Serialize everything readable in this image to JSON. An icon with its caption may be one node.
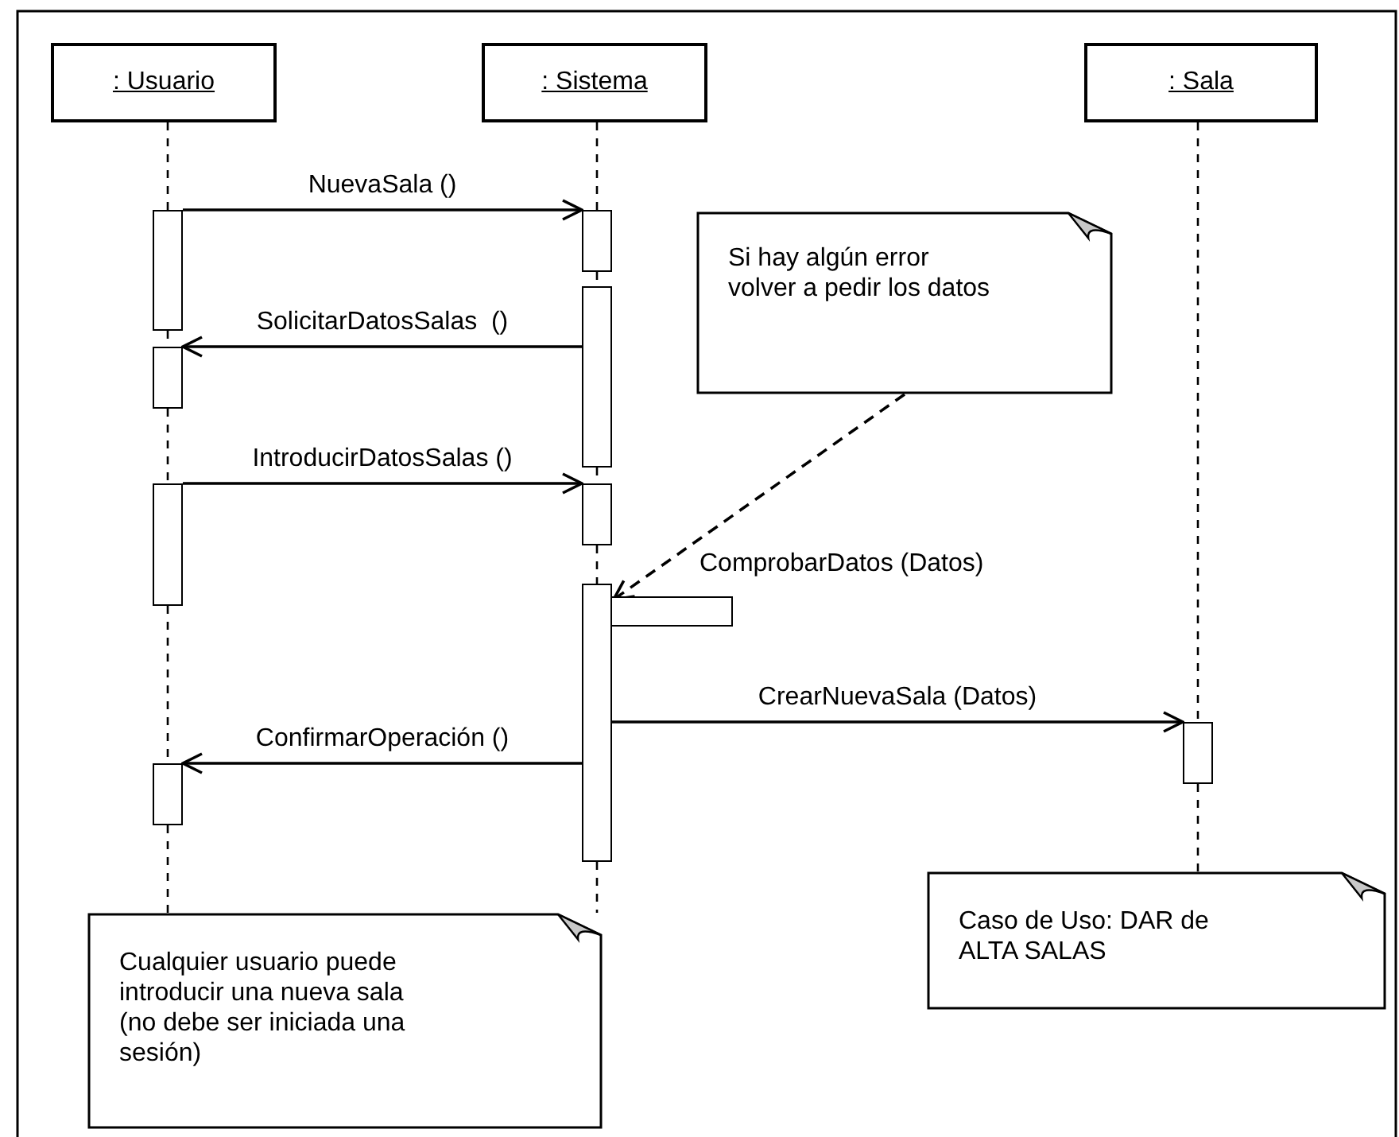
{
  "diagram": {
    "nodes": [
      {
        "text": [
          ": Usuario"
        ]
      },
      {
        "text": [
          ": Sistema"
        ]
      },
      {
        "text": [
          ": Sala"
        ]
      },
      {
        "text": [
          "Si hay algún error volver a pedir los datos"
        ]
      },
      {
        "text": [],
        "shape": "bar"
      },
      {
        "text": [],
        "shape": "bar"
      },
      {
        "text": [],
        "shape": "bar"
      },
      {
        "text": [],
        "shape": "bar"
      },
      {
        "text": [],
        "shape": "bar"
      },
      {
        "text": [],
        "shape": "bar"
      },
      {
        "text": [],
        "shape": "bar"
      },
      {
        "text": [],
        "shape": "bar",
        "beside": [
          "ComprobarDatos (Datos)"
        ]
      },
      {
        "text": [],
        "shape": "bar"
      },
      {
        "text": [],
        "shape": "bar"
      },
      {
        "text": [
          "Caso de Uso: DAR de ALTA SALAS"
        ]
      },
      {
        "text": [
          "Cualquier usuario puede introducir una nueva sala (no debe ser iniciada una sesión)"
        ]
      }
    ],
    "edges": [
      {
        "from": 4,
        "to": 5,
        "arrow": "to",
        "label": "NuevaSala ()"
      },
      {
        "from": 6,
        "to": 7,
        "arrow": "to",
        "label": "SolicitarDatosSalas  ()"
      },
      {
        "from": 8,
        "to": 9,
        "arrow": "to",
        "label": "IntroducirDatosSalas ()"
      },
      {
        "from": 3,
        "to": 11,
        "arrow": "to",
        "style": "dashed"
      },
      {
        "from": 10,
        "to": 12,
        "arrow": "to",
        "label": "CrearNuevaSala (Datos)"
      },
      {
        "from": 10,
        "to": 13,
        "arrow": "to",
        "label": "ConfirmarOperación ()"
      },
      {
        "from": 0,
        "to": 4,
        "arrow": "none",
        "style": "dashed"
      },
      {
        "from": 4,
        "to": 7,
        "arrow": "none",
        "style": "dashed"
      },
      {
        "from": 7,
        "to": 8,
        "arrow": "none",
        "style": "dashed"
      },
      {
        "from": 8,
        "to": 13,
        "arrow": "none",
        "style": "dashed"
      },
      {
        "from": 13,
        "to": 15,
        "arrow": "none",
        "style": "dashed"
      },
      {
        "from": 1,
        "to": 5,
        "arrow": "none",
        "style": "dashed"
      },
      {
        "from": 5,
        "to": 6,
        "arrow": "none",
        "style": "dashed"
      },
      {
        "from": 6,
        "to": 9,
        "arrow": "none",
        "style": "dashed"
      },
      {
        "from": 9,
        "to": 10,
        "arrow": "none",
        "style": "dashed"
      },
      {
        "from": 10,
        "to": 15,
        "arrow": "none",
        "style": "dashed"
      },
      {
        "from": 2,
        "to": 12,
        "arrow": "none",
        "style": "dashed"
      },
      {
        "from": 12,
        "to": 14,
        "arrow": "none",
        "style": "dashed"
      }
    ]
  }
}
